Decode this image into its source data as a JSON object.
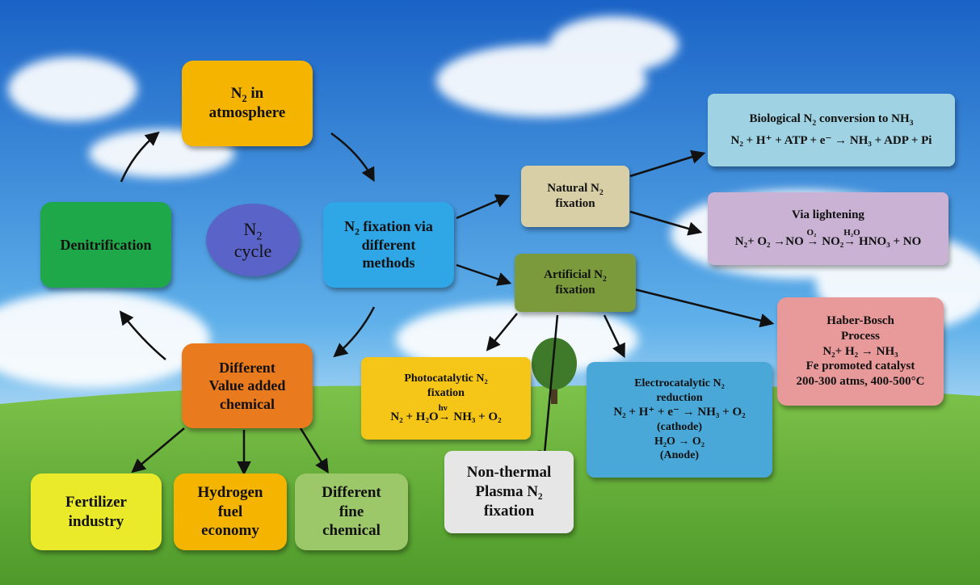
{
  "diagram": {
    "cycle_label": {
      "line1": "N",
      "sub": "2",
      "line2": "cycle"
    },
    "n2_atmosphere": {
      "a": "N",
      "sub": "2",
      "b": " in",
      "line2": "atmosphere"
    },
    "denitrification": "Denitrification",
    "fixation_methods": {
      "a": "N",
      "sub": "2",
      "b": " fixation via",
      "line2": "different",
      "line3": "methods"
    },
    "natural_fixation": {
      "a": "Natural N",
      "sub": "2",
      "line2": "fixation"
    },
    "artificial_fixation": {
      "a": "Artificial N",
      "sub": "2",
      "line2": "fixation"
    },
    "biological": {
      "title_a": "Biological N",
      "title_sub": "2",
      "title_b": " conversion to NH",
      "title_sub2": "3",
      "eq": "N₂ + H⁺ + ATP + e⁻ → NH₃ + ADP + Pi"
    },
    "lightening": {
      "title": "Via lightening",
      "eq_a": "N₂+ O₂ →NO ",
      "over1": "O₂",
      "eq_b": "→ NO₂",
      "over2": "H₂O",
      "eq_c": "→ HNO₃ + NO"
    },
    "haber": {
      "l1": "Haber-Bosch",
      "l2": "Process",
      "l3": "N₂+ H₂ → NH₃",
      "l4": "Fe promoted catalyst",
      "l5": "200-300 atms, 400-500°C"
    },
    "photocatalytic": {
      "l1": "Photocatalytic N₂",
      "l2": "fixation",
      "eq_a": "N₂ + H₂O",
      "over": "hν",
      "eq_b": "→  NH₃ + O₂"
    },
    "electrocatalytic": {
      "l1": "Electrocatalytic  N₂",
      "l2": "reduction",
      "l3": "N₂ + H⁺ + e⁻  → NH₃ + O₂",
      "l4": "(cathode)",
      "l5": "H₂O → O₂",
      "l6": "(Anode)"
    },
    "plasma": {
      "l1": "Non-thermal",
      "l2": "Plasma N₂",
      "l3": "fixation"
    },
    "value_added": {
      "l1": "Different",
      "l2": "Value added",
      "l3": "chemical"
    },
    "fertilizer": {
      "l1": "Fertilizer",
      "l2": "industry"
    },
    "hydrogen": {
      "l1": "Hydrogen",
      "l2": "fuel",
      "l3": "economy"
    },
    "fine_chemical": {
      "l1": "Different",
      "l2": "fine",
      "l3": "chemical"
    }
  },
  "colors": {
    "sky_top": "#1f6fd0",
    "sky_bottom": "#bfe3f7",
    "grass": "#6fb83a",
    "atmosphere": "#f5b400",
    "denitrification": "#1fa84a",
    "cycle": "#5a64c8",
    "fixation": "#2fa6e6",
    "natural": "#d8cfa6",
    "artificial": "#7b9a3c",
    "biological": "#9fd3e3",
    "lightening": "#c9b2d4",
    "haber": "#e89a9a",
    "photocatalytic": "#f5c518",
    "electrocatalytic": "#4aa8d8",
    "plasma": "#e6e6e6",
    "value_added": "#ea7a1e",
    "fertilizer": "#eaea2a",
    "hydrogen": "#f5b400",
    "fine_chemical": "#9dc86a"
  }
}
